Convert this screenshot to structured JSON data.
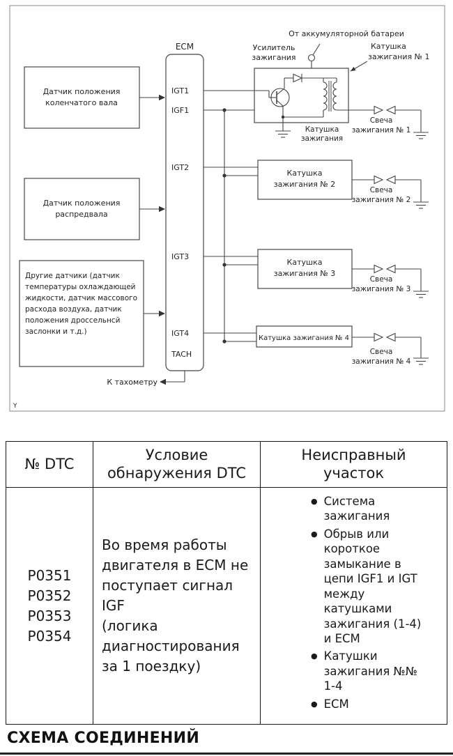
{
  "diagram": {
    "border_corner_label": "Y",
    "battery_label": "От аккумуляторной батареи",
    "amplifier_label": [
      "Усилитель",
      "зажигания"
    ],
    "coil1_callout": [
      "Катушка",
      "зажигания № 1"
    ],
    "coil1_sublabel": [
      "Катушка",
      "зажигания"
    ],
    "ecm": {
      "label": "ECM",
      "pins": [
        "IGT1",
        "IGF1",
        "IGT2",
        "IGT3",
        "IGT4"
      ],
      "tach_pin": "TACH"
    },
    "sensors": {
      "crankshaft": [
        "Датчик положения",
        "коленчатого вала"
      ],
      "camshaft": [
        "Датчик положения",
        "распредвала"
      ],
      "other": [
        "Другие датчики (датчик",
        "температуры охлаждающей",
        "жидкости, датчик массового",
        "расхода воздуха, датчик",
        "положения дроссельнсй",
        "заслонки и т.д.)"
      ]
    },
    "coils": {
      "coil2": [
        "Катушка",
        "зажигания № 2"
      ],
      "coil3": [
        "Катушка",
        "зажигания № 3"
      ],
      "coil4": "Катушка зажигания № 4"
    },
    "spark_plugs": {
      "plug1": [
        "Свеча",
        "зажигания № 1"
      ],
      "plug2": [
        "Свеча",
        "зажигания № 2"
      ],
      "plug3": [
        "Свеча",
        "зажигания № 3"
      ],
      "plug4": [
        "Свеча",
        "зажигания № 4"
      ]
    },
    "tachometer_label": "К тахометру"
  },
  "table": {
    "headers": [
      "№ DTC",
      "Условие\nобнаружения DTC",
      "Неисправный\nучасток"
    ],
    "dtc_codes": [
      "P0351",
      "P0352",
      "P0353",
      "P0354"
    ],
    "condition": "Во время работы\nдвигателя в ECM не\nпоступает сигнал\nIGF\n(логика\nдиагностирования\nза 1 поездку)",
    "bullet": "●",
    "faulty_areas": [
      "Система зажигания",
      "Обрыв или короткое замыкание в цепи IGF1 и IGT между катушками зажигания (1-4) и ECM",
      "Катушки зажигания №№ 1-4",
      "ECM"
    ]
  },
  "footer": {
    "title": "СХЕМА СОЕДИНЕНИЙ"
  }
}
